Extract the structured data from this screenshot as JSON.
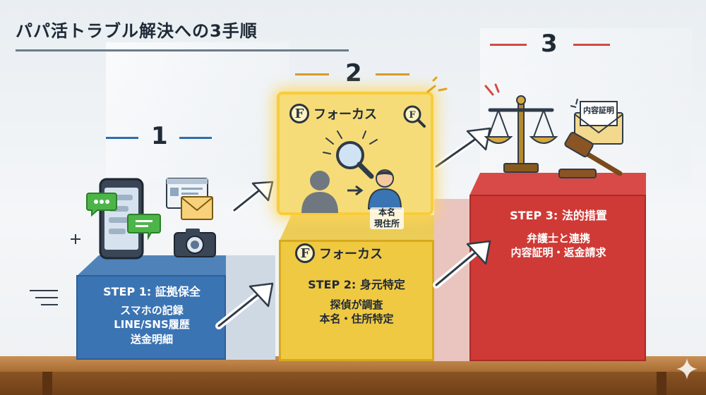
{
  "title": "パパ活トラブル解決への3手順",
  "steps": [
    {
      "number": "1",
      "label": "STEP 1: 証拠保全",
      "lines": [
        "スマホの記録",
        "LINE/SNS履歴",
        "送金明細"
      ]
    },
    {
      "number": "2",
      "label": "STEP 2: 身元特定",
      "lines": [
        "探偵が調査",
        "本名・住所特定"
      ],
      "brand": "フォーカス",
      "brand_logo_letter": "F",
      "person_tag": [
        "本名",
        "現住所"
      ]
    },
    {
      "number": "3",
      "label": "STEP 3: 法的措置",
      "lines": [
        "弁護士と連携",
        "内容証明・返金請求"
      ],
      "envelope_label": "内容証明"
    }
  ],
  "colors": {
    "step1": "#3b74b3",
    "step2": "#f0c943",
    "step3": "#cf3a36",
    "accent_dash_blue": "#2d6fae",
    "accent_dash_orange": "#d69a2a",
    "accent_dash_red": "#d34a44"
  },
  "icons": [
    "smartphone-icon",
    "chat-bubble-icon",
    "mail-icon",
    "browser-window-icon",
    "camera-icon",
    "magnifier-icon",
    "person-silhouette-icon",
    "person-icon",
    "scales-icon",
    "gavel-icon",
    "envelope-icon",
    "arrow-icon"
  ]
}
